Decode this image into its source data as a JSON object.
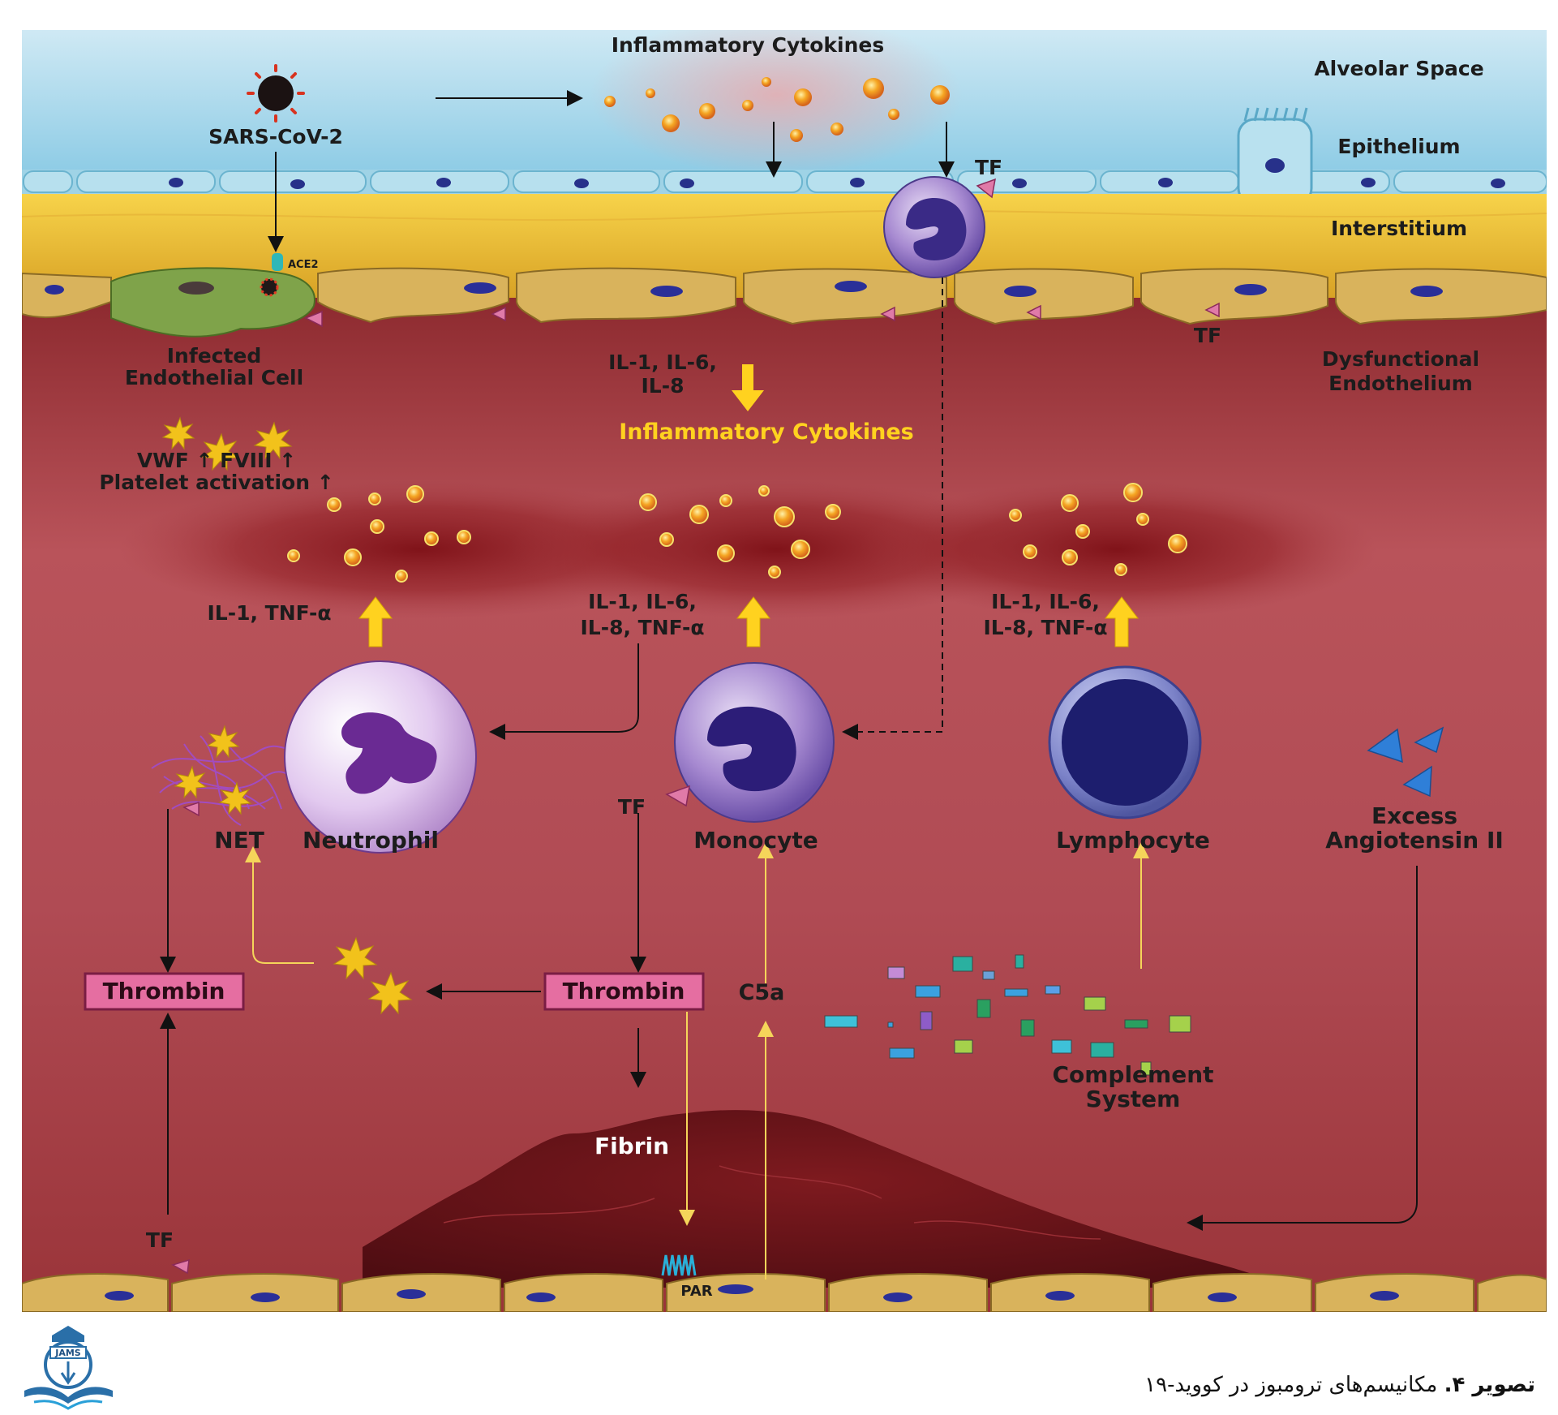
{
  "diagram": {
    "regions": {
      "alveolar_space": "Alveolar Space",
      "epithelium": "Epithelium",
      "interstitium": "Interstitium",
      "dysfunctional_endothelium": "Dysfunctional Endothelium"
    },
    "labels": {
      "inflammatory_cytokines_top": "Inflammatory Cytokines",
      "sars_cov_2": "SARS-CoV-2",
      "ace2": "ACE2",
      "tf_top": "TF",
      "tf_endothelium": "TF",
      "infected_cell": "Infected Endothelial Cell",
      "vwf_line": "VWF ↑ FVIII ↑",
      "platelet_activation": "Platelet activation ↑",
      "il_top_1": "IL-1, IL-6,",
      "il_top_2": "IL-8",
      "inflammatory_cytokines_mid": "Inflammatory Cytokines",
      "il_neutrophil": "IL-1, TNF-α",
      "il_monocyte_1": "IL-1, IL-6,",
      "il_monocyte_2": "IL-8, TNF-α",
      "il_lymphocyte_1": "IL-1, IL-6,",
      "il_lymphocyte_2": "IL-8, TNF-α",
      "net": "NET",
      "neutrophil": "Neutrophil",
      "monocyte": "Monocyte",
      "tf_monocyte": "TF",
      "lymphocyte": "Lymphocyte",
      "excess_angiotensin_1": "Excess",
      "excess_angiotensin_2": "Angiotensin II",
      "thrombin_left": "Thrombin",
      "thrombin_center": "Thrombin",
      "c5a": "C5a",
      "complement_1": "Complement",
      "complement_2": "System",
      "fibrin": "Fibrin",
      "tf_bottom": "TF",
      "par": "PAR"
    }
  },
  "logo": {
    "text": "JAMS"
  },
  "caption": {
    "bold": "تصویر ۴.",
    "text": " مکانیسم‌های ترومبوز در کووید-۱۹"
  }
}
